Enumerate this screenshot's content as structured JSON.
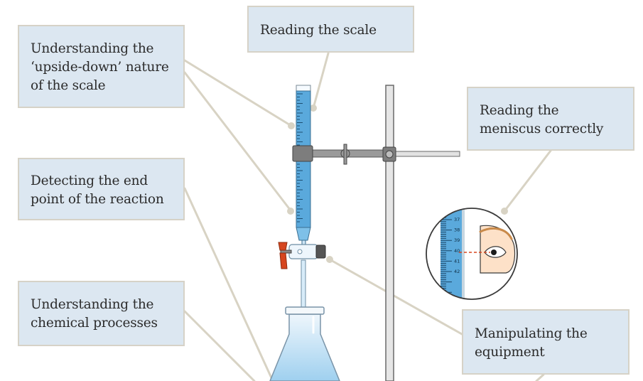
{
  "callouts": {
    "reading_scale": "Reading the scale",
    "upside_down": "Understanding the\n‘upside-down’ nature\nof the scale",
    "end_point": "Detecting the end\npoint of the reaction",
    "chemical_processes": "Understanding the\nchemical processes",
    "meniscus": "Reading the\nmeniscus correctly",
    "equipment": "Manipulating the\nequipment"
  },
  "inset_scale": [
    "37",
    "38",
    "39",
    "40",
    "41",
    "42"
  ],
  "colors": {
    "callout_fill": "#dce7f1",
    "callout_border": "#d6d2c7",
    "leader_line": "#d8d3c4",
    "liquid": "#5aa9dc",
    "stopcock_handle": "#d6461f"
  }
}
